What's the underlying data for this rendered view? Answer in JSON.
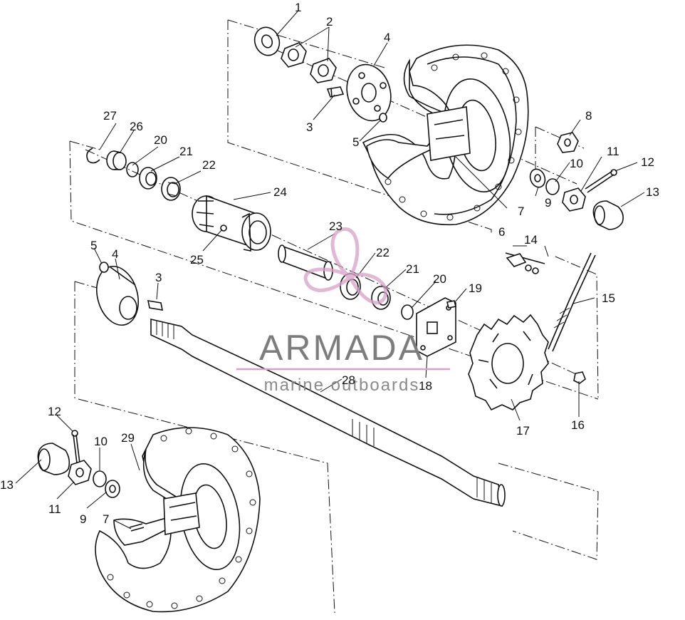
{
  "watermark": {
    "brand": "ARMADA",
    "tagline": "marine outboards",
    "logo_color": "#d9a0c8"
  },
  "callouts": {
    "c1": "1",
    "c2": "2",
    "c3a": "3",
    "c4a": "4",
    "c5a": "5",
    "c6": "6",
    "c7a": "7",
    "c8": "8",
    "c9a": "9",
    "c10a": "10",
    "c11a": "11",
    "c12a": "12",
    "c13a": "13",
    "c14": "14",
    "c15": "15",
    "c16": "16",
    "c17": "17",
    "c18": "18",
    "c19": "19",
    "c20a": "20",
    "c21a": "21",
    "c22a": "22",
    "c23": "23",
    "c24": "24",
    "c25": "25",
    "c26": "26",
    "c27": "27",
    "c5b": "5",
    "c4b": "4",
    "c3b": "3",
    "c20b": "20",
    "c21b": "21",
    "c22b": "22",
    "c28": "28",
    "c12b": "12",
    "c10b": "10",
    "c29": "29",
    "c13b": "13",
    "c11b": "11",
    "c9b": "9",
    "c7b": "7"
  }
}
